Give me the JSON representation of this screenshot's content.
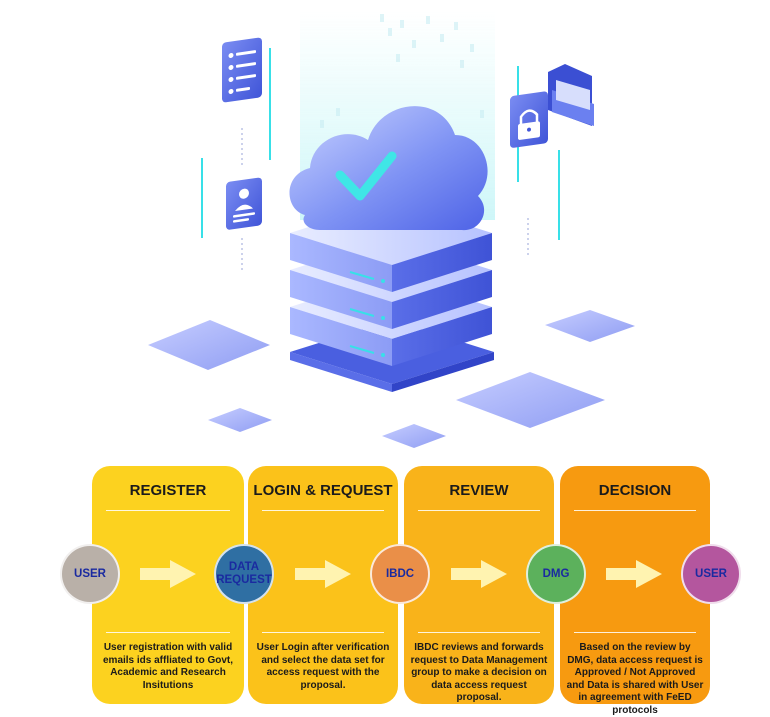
{
  "steps": [
    {
      "title": "REGISTER",
      "description": "User registration with valid emails ids affliated to Govt, Academic and Research Insitutions"
    },
    {
      "title": "LOGIN & REQUEST",
      "description": "User Login after verification and select the data set for access request with the proposal."
    },
    {
      "title": "REVIEW",
      "description": "IBDC reviews and forwards request to Data Management group to make a decision on data access request proposal."
    },
    {
      "title": "DECISION",
      "description": "Based on the review by DMG, data access request is Approved / Not Approved\nand Data is shared with User in agreement with FeED protocols"
    }
  ],
  "nodes": [
    {
      "label": "USER",
      "color": "#b9b0a8"
    },
    {
      "label": "DATA REQUEST",
      "color": "#2f6fa3"
    },
    {
      "label": "IBDC",
      "color": "#ea8f48"
    },
    {
      "label": "DMG",
      "color": "#5cb15c"
    },
    {
      "label": "USER",
      "color": "#b4569e"
    }
  ],
  "colors": {
    "panel_yellow": "#fcd21f",
    "panel_amber": "#fbc21a",
    "panel_orange_light": "#f9b31a",
    "panel_orange": "#f79a10",
    "accent_blue": "#4a62e8",
    "accent_cyan": "#38e0e8"
  },
  "icons": [
    "server-stack-icon",
    "cloud-check-icon",
    "document-list-icon",
    "user-profile-icon",
    "folder-icon",
    "padlock-icon",
    "right-arrow-icon"
  ]
}
